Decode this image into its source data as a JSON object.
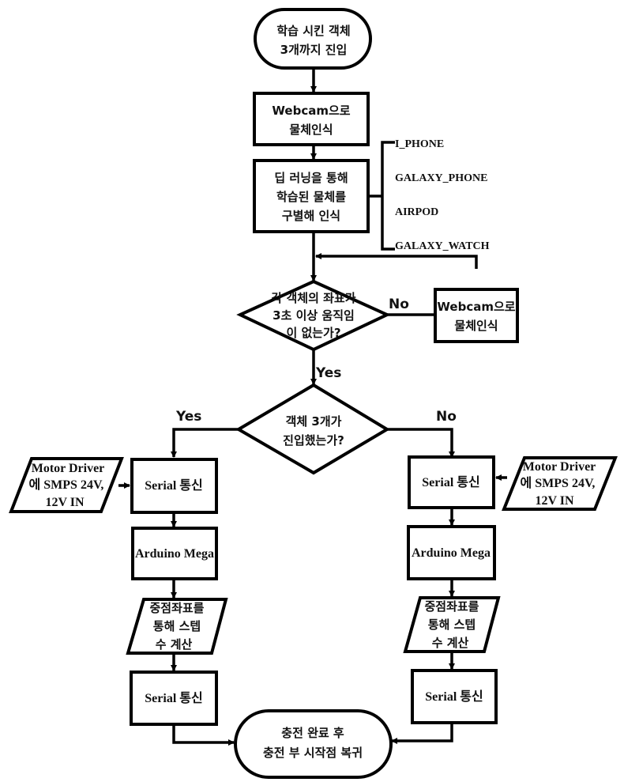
{
  "diagram": {
    "type": "flowchart",
    "colors": {
      "stroke": "#000000",
      "fill": "#ffffff",
      "text": "#111111"
    },
    "nodes": {
      "start": {
        "shape": "terminator",
        "lines": [
          "학습 시킨 객체",
          "3개까지 진입"
        ]
      },
      "webcam1": {
        "shape": "process",
        "lines": [
          "Webcam으로",
          "물체인식"
        ]
      },
      "deep_learning": {
        "shape": "process",
        "lines": [
          "딥 러닝을 통해",
          "학습된 물체를",
          "구별해 인식"
        ]
      },
      "classes": [
        "I_PHONE",
        "GALAXY_PHONE",
        "AIRPOD",
        "GALAXY_WATCH"
      ],
      "decision1": {
        "shape": "decision",
        "lines": [
          "각 객체의 좌표가",
          "3초 이상 움직임",
          "이 없는가?"
        ]
      },
      "webcam2": {
        "shape": "process",
        "lines": [
          "Webcam으로",
          "물체인식"
        ]
      },
      "decision2": {
        "shape": "decision",
        "lines": [
          "객체 3개가",
          "진입했는가?"
        ]
      },
      "left": {
        "motor_input": {
          "shape": "io",
          "lines": [
            "Motor Driver",
            "에 SMPS 24V,",
            "12V IN"
          ]
        },
        "serial1": {
          "shape": "process",
          "lines": [
            "Serial 통신"
          ]
        },
        "arduino": {
          "shape": "process",
          "lines": [
            "Arduino Mega"
          ]
        },
        "calc": {
          "shape": "io",
          "lines": [
            "중점좌표를",
            "통해 스텝",
            "수 계산"
          ]
        },
        "serial2": {
          "shape": "process",
          "lines": [
            "Serial 통신"
          ]
        }
      },
      "right": {
        "motor_input": {
          "shape": "io",
          "lines": [
            "Motor Driver",
            "에 SMPS 24V,",
            "12V IN"
          ]
        },
        "serial1": {
          "shape": "process",
          "lines": [
            "Serial 통신"
          ]
        },
        "arduino": {
          "shape": "process",
          "lines": [
            "Arduino Mega"
          ]
        },
        "calc": {
          "shape": "io",
          "lines": [
            "중점좌표를",
            "통해 스텝",
            "수 계산"
          ]
        },
        "serial2": {
          "shape": "process",
          "lines": [
            "Serial 통신"
          ]
        }
      },
      "end": {
        "shape": "terminator",
        "lines": [
          "충전 완료 후",
          "충전 부 시작점 복귀"
        ]
      }
    },
    "edge_labels": {
      "d1_no": "No",
      "d1_yes": "Yes",
      "d2_yes": "Yes",
      "d2_no": "No"
    }
  }
}
